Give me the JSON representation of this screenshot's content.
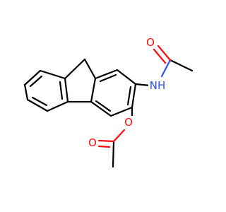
{
  "molecule": {
    "atoms": {
      "nh": {
        "label": "NH",
        "color": "#3050f8"
      },
      "o_amide": {
        "label": "O",
        "color": "#ff0d0d"
      },
      "o_ester": {
        "label": "O",
        "color": "#ff0d0d"
      },
      "o_carbonyl": {
        "label": "O",
        "color": "#ff0d0d"
      }
    },
    "colors": {
      "bond": "#000000",
      "background": "#ffffff"
    }
  }
}
